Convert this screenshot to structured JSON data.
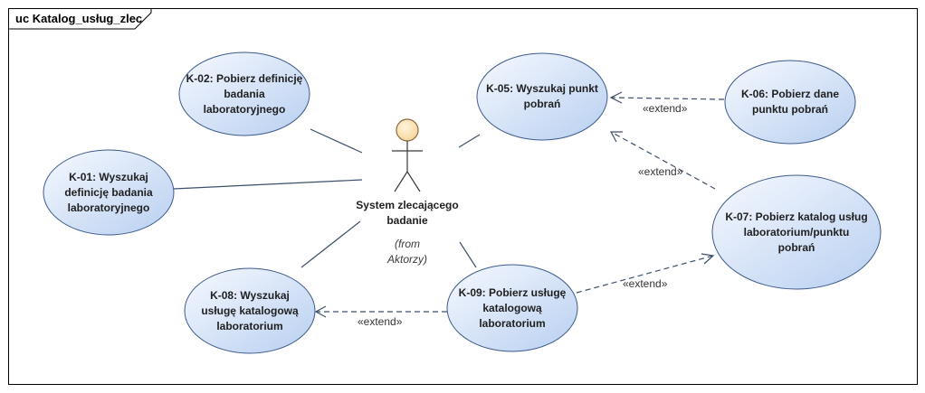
{
  "diagram": {
    "title": "uc Katalog_usług_zlec",
    "actor": {
      "name_line1": "System zlecającego",
      "name_line2": "badanie",
      "from_line1": "(from",
      "from_line2": "Aktorzy)"
    },
    "use_cases": [
      {
        "id": "K-02",
        "line1": "K-02: Pobierz definicję",
        "line2": "badania",
        "line3": "laboratoryjnego"
      },
      {
        "id": "K-01",
        "line1": "K-01: Wyszukaj",
        "line2": "definicję badania",
        "line3": "laboratoryjnego"
      },
      {
        "id": "K-08",
        "line1": "K-08: Wyszukaj",
        "line2": "usługę katalogową",
        "line3": "laboratorium"
      },
      {
        "id": "K-05",
        "line1": "K-05: Wyszukaj punkt",
        "line2": "pobrań",
        "line3": ""
      },
      {
        "id": "K-06",
        "line1": "K-06: Pobierz dane",
        "line2": "punktu pobrań",
        "line3": ""
      },
      {
        "id": "K-07",
        "line1": "K-07: Pobierz katalog usług",
        "line2": "laboratorium/punktu",
        "line3": "pobrań"
      },
      {
        "id": "K-09",
        "line1": "K-09: Pobierz usługę",
        "line2": "katalogową",
        "line3": "laboratorium"
      }
    ],
    "relations": [
      {
        "from": "K-06",
        "to": "K-05",
        "stereotype": "«extend»"
      },
      {
        "from": "K-07",
        "to": "K-05",
        "stereotype": "«extend»"
      },
      {
        "from": "K-09",
        "to": "K-07",
        "stereotype": "«extend»"
      },
      {
        "from": "K-09",
        "to": "K-08",
        "stereotype": "«extend»"
      }
    ],
    "colors": {
      "ellipse_fill_light": "#f3f7fe",
      "ellipse_fill_dark": "#bcd2f0",
      "ellipse_stroke": "#3d5a8c",
      "actor_head_fill": "#fde3b3",
      "line": "#3d4f6b"
    }
  }
}
